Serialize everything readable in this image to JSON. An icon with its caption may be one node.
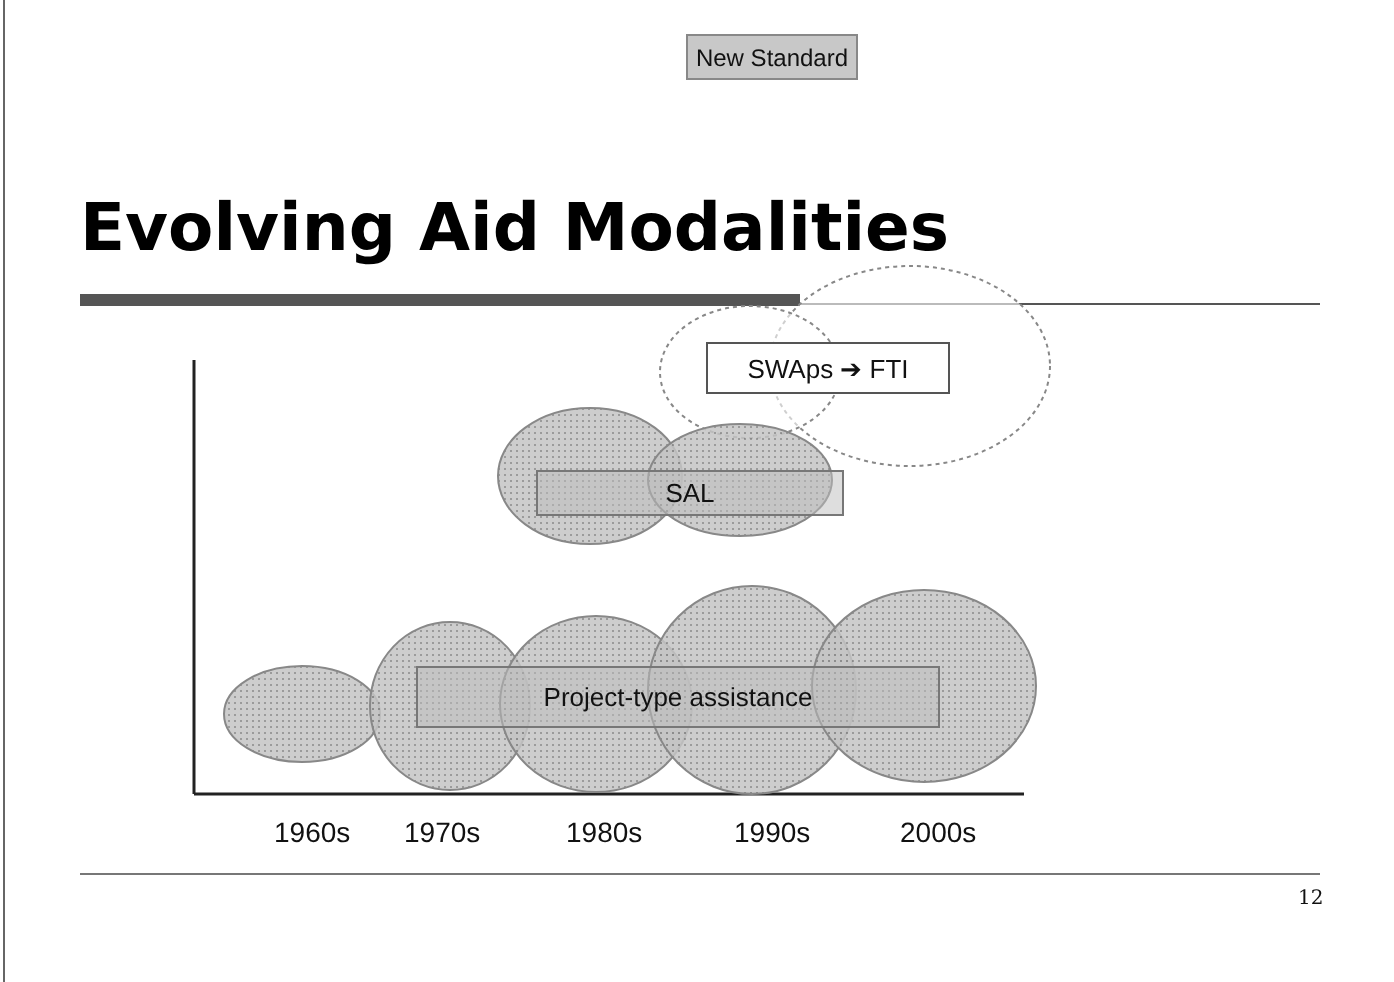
{
  "diagram": {
    "title": "Evolving Aid Modalities",
    "nodes": [
      {
        "text": [
          "New Standard"
        ]
      },
      {
        "text": [
          "SWAps ➔ FTI"
        ]
      },
      {
        "text": [
          "SAL"
        ]
      },
      {
        "text": [
          "Project-type assistance"
        ]
      }
    ],
    "labels": [
      "1960s",
      "1970s",
      "1980s",
      "1990s",
      "2000s",
      "12"
    ]
  }
}
